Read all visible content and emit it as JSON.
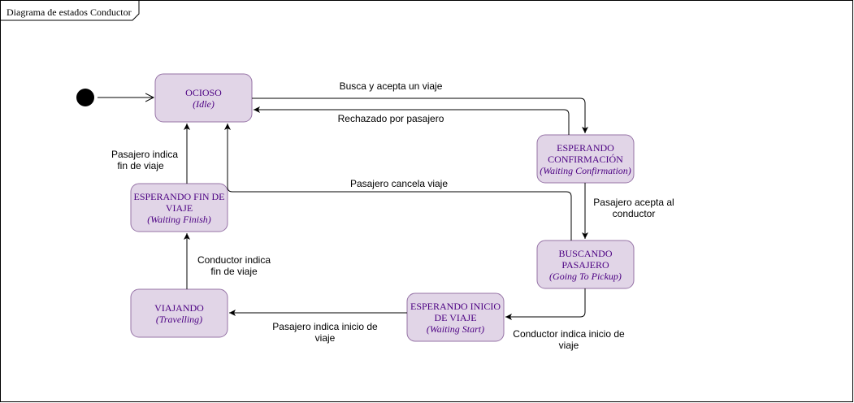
{
  "diagram": {
    "title": "Diagrama de estados Conductor",
    "colors": {
      "state_fill": "#e1d5e7",
      "state_stroke": "#9673a6",
      "state_text": "#4b0082",
      "edge": "#000000"
    },
    "states": {
      "ocioso": {
        "name": "OCIOSO",
        "sub": "(Idle)"
      },
      "esperando_confirmacion": {
        "line1": "ESPERANDO",
        "line2": "CONFIRMACIÓN",
        "sub": "(Waiting Confirmation)"
      },
      "buscando_pasajero": {
        "line1": "BUSCANDO",
        "line2": "PASAJERO",
        "sub": "(Going To Pickup)"
      },
      "esperando_inicio": {
        "line1": "ESPERANDO INICIO",
        "line2": "DE VIAJE",
        "sub": "(Waiting Start)"
      },
      "viajando": {
        "name": "VIAJANDO",
        "sub": "(Travelling)"
      },
      "esperando_fin": {
        "line1": "ESPERANDO FIN DE",
        "line2": "VIAJE",
        "sub": "(Waiting Finish)"
      }
    },
    "transitions": {
      "busca_acepta": "Busca y acepta un viaje",
      "rechazado": "Rechazado por pasajero",
      "pasajero_cancela": "Pasajero cancela viaje",
      "pasajero_acepta": {
        "line1": "Pasajero acepta al",
        "line2": "conductor"
      },
      "conductor_indica_inicio": {
        "line1": "Conductor indica inicio de",
        "line2": "viaje"
      },
      "pasajero_indica_inicio": {
        "line1": "Pasajero indica inicio de",
        "line2": "viaje"
      },
      "conductor_indica_fin": {
        "line1": "Conductor indica",
        "line2": "fin de viaje"
      },
      "pasajero_indica_fin": {
        "line1": "Pasajero indica",
        "line2": "fin de viaje"
      }
    }
  }
}
